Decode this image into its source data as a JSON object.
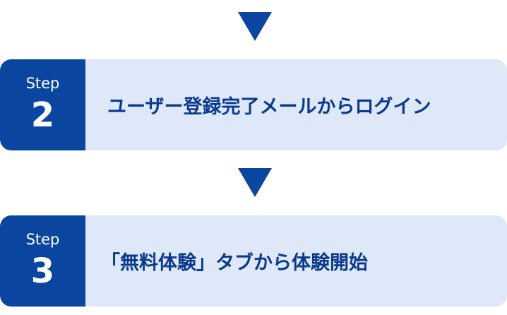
{
  "colors": {
    "accent": "#0a46a0",
    "card_background": "#dfe8f8",
    "text": "#0a3a8c",
    "badge_text": "#ffffff"
  },
  "steps": [
    {
      "label": "Step",
      "number": "2",
      "text": "ユーザー登録完了メールからログイン"
    },
    {
      "label": "Step",
      "number": "3",
      "text": "「無料体験」タブから体験開始"
    }
  ],
  "icons": [
    "down-arrow-icon",
    "down-arrow-icon"
  ]
}
